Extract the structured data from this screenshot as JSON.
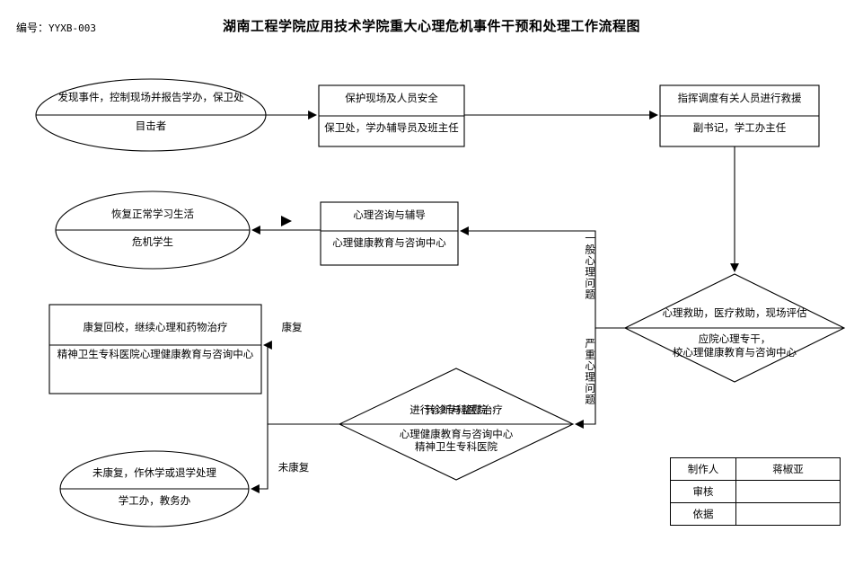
{
  "header": {
    "doc_label": "编号：",
    "doc_number": "YYXB-003",
    "title": "湖南工程学院应用技术学院重大心理危机事件干预和处理工作流程图"
  },
  "nodes": [
    {
      "id": "witness",
      "shape": "ellipse",
      "line1": "发现事件，控制现场并报告学办，保卫处",
      "line2": "目击者"
    },
    {
      "id": "protect-scene",
      "shape": "rect",
      "line1": "保护现场及人员安全",
      "line2": "保卫处，学办辅导员及班主任"
    },
    {
      "id": "dispatch-rescue",
      "shape": "rect",
      "line1": "指挥调度有关人员进行救援",
      "line2": "副书记，学工办主任"
    },
    {
      "id": "resume-normal-life",
      "shape": "ellipse",
      "line1": "恢复正常学习生活",
      "line2": "危机学生"
    },
    {
      "id": "counseling",
      "shape": "rect",
      "line1": "心理咨询与辅导",
      "line2": "心理健康教育与咨询中心"
    },
    {
      "id": "rescue-assess",
      "shape": "diamond",
      "line1": "心理救助，医疗救助，现场评估",
      "line2": "应院心理专干，",
      "line3": "校心理健康教育与咨询中心"
    },
    {
      "id": "recovered-return",
      "shape": "rect",
      "line1": "康复回校，继续心理和药物治疗",
      "line2": "精神卫生专科医院心理健康教育与咨询中心"
    },
    {
      "id": "diagnose-treat",
      "shape": "diamond",
      "line1a": "进行诊断与整慰治疗",
      "line1b": "转诊专科医院",
      "line2": "心理健康教育与咨询中心",
      "line3": "精神卫生专科医院"
    },
    {
      "id": "not-recovered",
      "shape": "ellipse",
      "line1": "未康复，作休学或退学处理",
      "line2": "学工办，教务办"
    }
  ],
  "edge_labels": {
    "general_issue": "一般心理问题",
    "severe_issue": "严重心理问题",
    "recovered": "康复",
    "not_recovered": "未康复"
  },
  "signoff": {
    "rows": [
      {
        "key": "制作人",
        "value": "蒋椒亚"
      },
      {
        "key": "审核",
        "value": ""
      },
      {
        "key": "依据",
        "value": ""
      }
    ]
  },
  "colors": {
    "stroke": "#000000",
    "fill": "#ffffff",
    "text": "#000000"
  }
}
